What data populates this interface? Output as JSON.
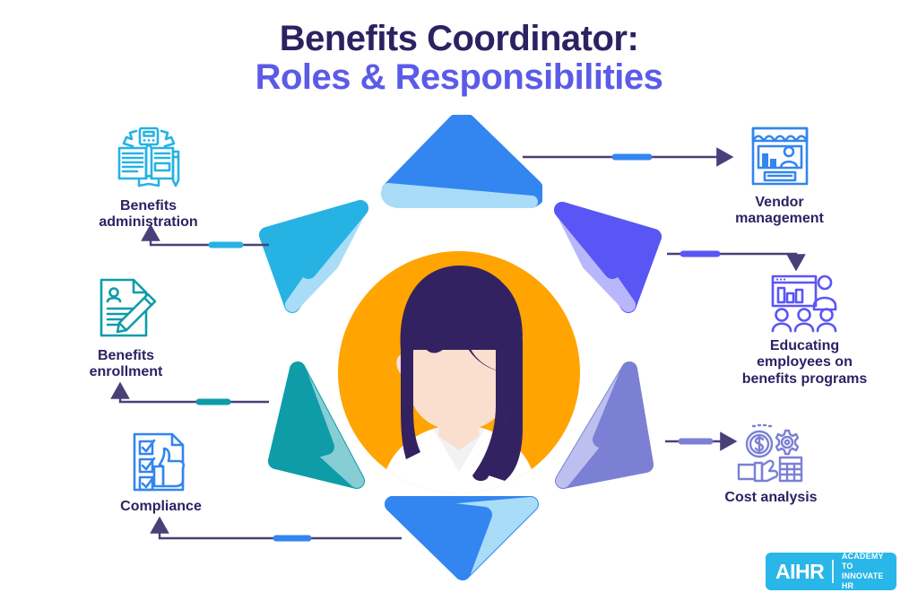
{
  "title": {
    "line1": "Benefits Coordinator:",
    "line2": "Roles & Responsibilities"
  },
  "center": {
    "illustration_name": "benefits-coordinator-portrait",
    "circle_color": "#ffa400",
    "hair_color": "#332262",
    "skin_color": "#fbdfce",
    "shirt_color": "#ffffff"
  },
  "petals": [
    {
      "name": "petal-top",
      "color": "#3385f0",
      "accent": "#a8dcf7"
    },
    {
      "name": "petal-upper-right",
      "color": "#5a56f5",
      "accent": "#b9b7fb"
    },
    {
      "name": "petal-lower-right",
      "color": "#7b80d4",
      "accent": "#bdc0ef"
    },
    {
      "name": "petal-bottom",
      "color": "#3385f0",
      "accent": "#a8dcf7"
    },
    {
      "name": "petal-lower-left",
      "color": "#0d9ca8",
      "accent": "#87cdd4"
    },
    {
      "name": "petal-upper-left",
      "color": "#27b2e4",
      "accent": "#a8dcf7"
    }
  ],
  "nodes": [
    {
      "id": "benefits-administration",
      "label": "Benefits\nadministration",
      "icon": "ledger-book-icon",
      "color": "#27b2e4",
      "connector_accent": "#27b2e4"
    },
    {
      "id": "benefits-enrollment",
      "label": "Benefits\nenrollment",
      "icon": "document-pencil-icon",
      "color": "#0d9ca8",
      "connector_accent": "#0d9ca8"
    },
    {
      "id": "compliance",
      "label": "Compliance",
      "icon": "checklist-thumbsup-icon",
      "color": "#3385f0",
      "connector_accent": "#3385f0"
    },
    {
      "id": "vendor-management",
      "label": "Vendor\nmanagement",
      "icon": "storefront-icon",
      "color": "#3385f0",
      "connector_accent": "#3385f0"
    },
    {
      "id": "educating-employees",
      "label": "Educating\nemployees on\nbenefits programs",
      "icon": "training-presentation-icon",
      "color": "#5a56f5",
      "connector_accent": "#5a56f5"
    },
    {
      "id": "cost-analysis",
      "label": "Cost analysis",
      "icon": "dollar-gear-calculator-icon",
      "color": "#7b80d4",
      "connector_accent": "#7b80d4"
    }
  ],
  "connector": {
    "line_color": "#4a3f78"
  },
  "logo": {
    "mark": "AIHR",
    "tagline": "ACADEMY TO\nINNOVATE HR",
    "background": "#29b6e8"
  }
}
